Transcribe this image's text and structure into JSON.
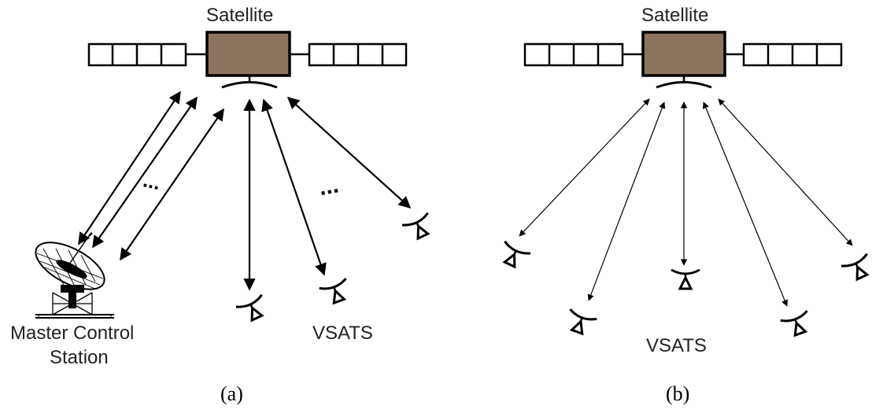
{
  "colors": {
    "satellite_body": "#8b7560",
    "line": "#000000",
    "text": "#222222"
  },
  "panel_a": {
    "satellite_label": "Satellite",
    "master_station_label_line1": "Master Control",
    "master_station_label_line2": "Station",
    "vsats_label": "VSATS",
    "ellipsis_1": "...",
    "ellipsis_2": "...",
    "caption": "(a)"
  },
  "panel_b": {
    "satellite_label": "Satellite",
    "vsats_label": "VSATS",
    "caption": "(b)"
  },
  "icons": [
    "satellite-icon",
    "solar-panel-icon",
    "dish-antenna-icon",
    "vsat-icon"
  ]
}
